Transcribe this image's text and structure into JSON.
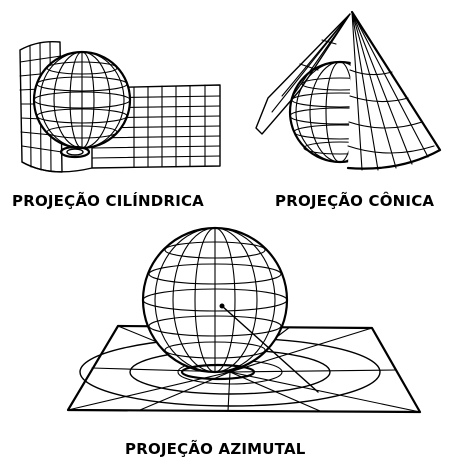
{
  "captions": {
    "cylindrical": "PROJEÇÃO CILÍNDRICA",
    "conic": "PROJEÇÃO CÔNICA",
    "azimuthal": "PROJEÇÃO AZIMUTAL"
  },
  "colors": {
    "ink": "#000000",
    "background": "#ffffff"
  }
}
